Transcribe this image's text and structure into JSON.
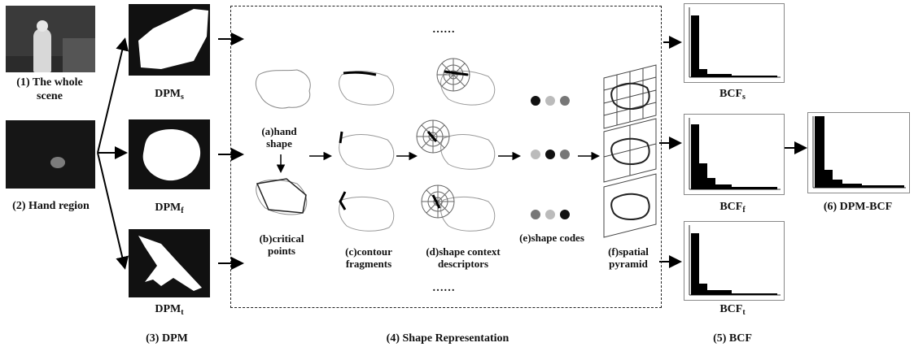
{
  "stage1": {
    "scene_label": "(1) The whole scene",
    "hand_label": "(2) Hand region"
  },
  "stage3": {
    "title": "(3) DPM",
    "dpm_s": {
      "base": "DPM",
      "sub": "s"
    },
    "dpm_f": {
      "base": "DPM",
      "sub": "f"
    },
    "dpm_t": {
      "base": "DPM",
      "sub": "t"
    }
  },
  "stage4": {
    "title": "(4) Shape Representation",
    "ellipsis_top": "……",
    "ellipsis_bottom": "……",
    "a_label": "(a)hand shape",
    "b_label": "(b)critical points",
    "c_label": "(c)contour fragments",
    "d_label": "(d)shape context descriptors",
    "e_label": "(e)shape codes",
    "f_label": "(f)spatial pyramid",
    "code_colors": [
      [
        "#111111",
        "#bbbbbb",
        "#777777"
      ],
      [
        "#bbbbbb",
        "#111111",
        "#777777"
      ],
      [
        "#777777",
        "#bbbbbb",
        "#111111"
      ]
    ]
  },
  "stage5": {
    "title": "(5) BCF",
    "bcf_s": {
      "base": "BCF",
      "sub": "s"
    },
    "bcf_f": {
      "base": "BCF",
      "sub": "f"
    },
    "bcf_t": {
      "base": "BCF",
      "sub": "t"
    }
  },
  "stage6": {
    "title": "(6) DPM-BCF"
  }
}
